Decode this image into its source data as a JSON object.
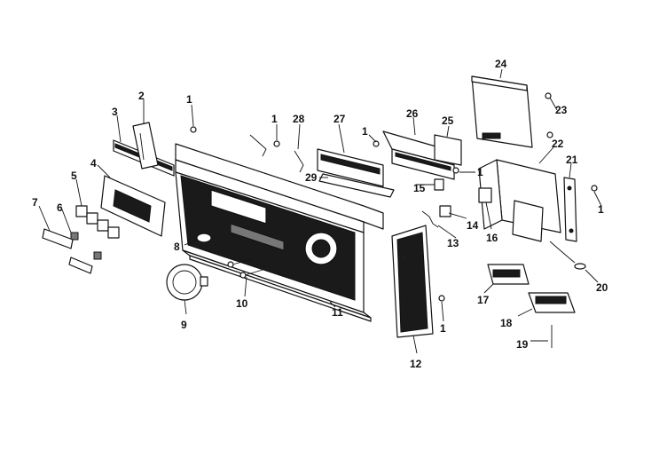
{
  "callouts": {
    "c1a": "1",
    "c1b": "1",
    "c1c": "1",
    "c1d": "1",
    "c1e": "1",
    "c1f": "1",
    "c2": "2",
    "c3": "3",
    "c4": "4",
    "c5": "5",
    "c6": "6",
    "c7": "7",
    "c8": "8",
    "c9": "9",
    "c10": "10",
    "c11": "11",
    "c12": "12",
    "c13": "13",
    "c14": "14",
    "c15": "15",
    "c16": "16",
    "c17": "17",
    "c18": "18",
    "c19": "19",
    "c20": "20",
    "c21": "21",
    "c22": "22",
    "c23": "23",
    "c24": "24",
    "c25": "25",
    "c26": "26",
    "c27": "27",
    "c28": "28",
    "c29": "29"
  },
  "colors": {
    "ink": "#111111",
    "paper": "#ffffff",
    "fill_dark": "#1a1a1a"
  }
}
